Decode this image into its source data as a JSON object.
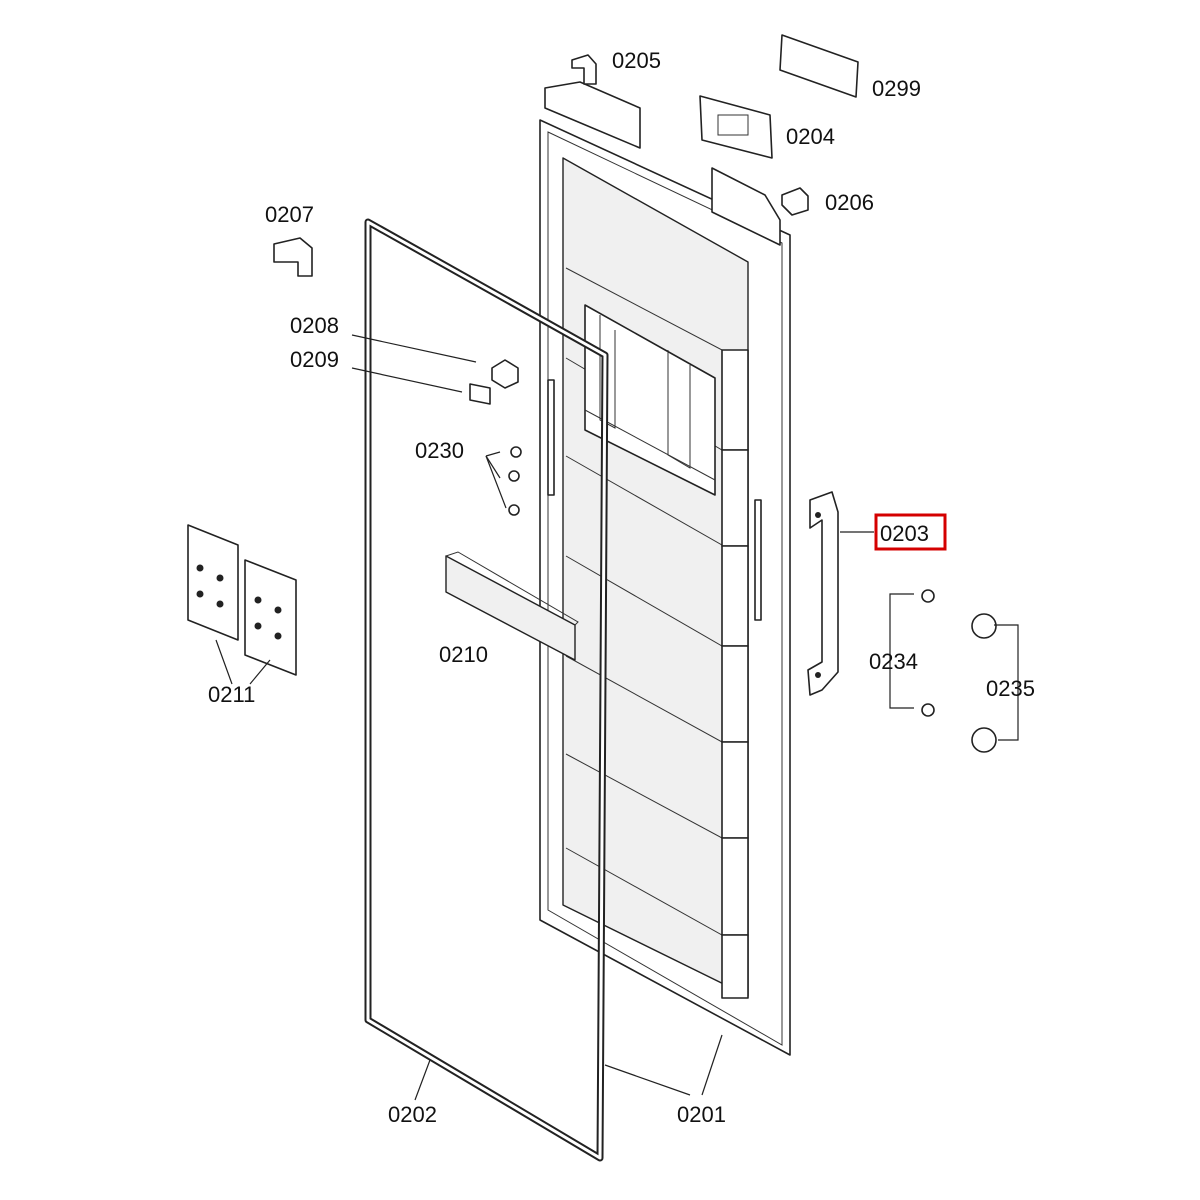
{
  "labels": {
    "l0205": "0205",
    "l0299": "0299",
    "l0204": "0204",
    "l0206": "0206",
    "l0207": "0207",
    "l0208": "0208",
    "l0209": "0209",
    "l0230": "0230",
    "l0203": "0203",
    "l0234": "0234",
    "l0235": "0235",
    "l0210": "0210",
    "l0211": "0211",
    "l0202": "0202",
    "l0201": "0201"
  },
  "highlight": {
    "part": "0203",
    "color": "#d40000"
  }
}
